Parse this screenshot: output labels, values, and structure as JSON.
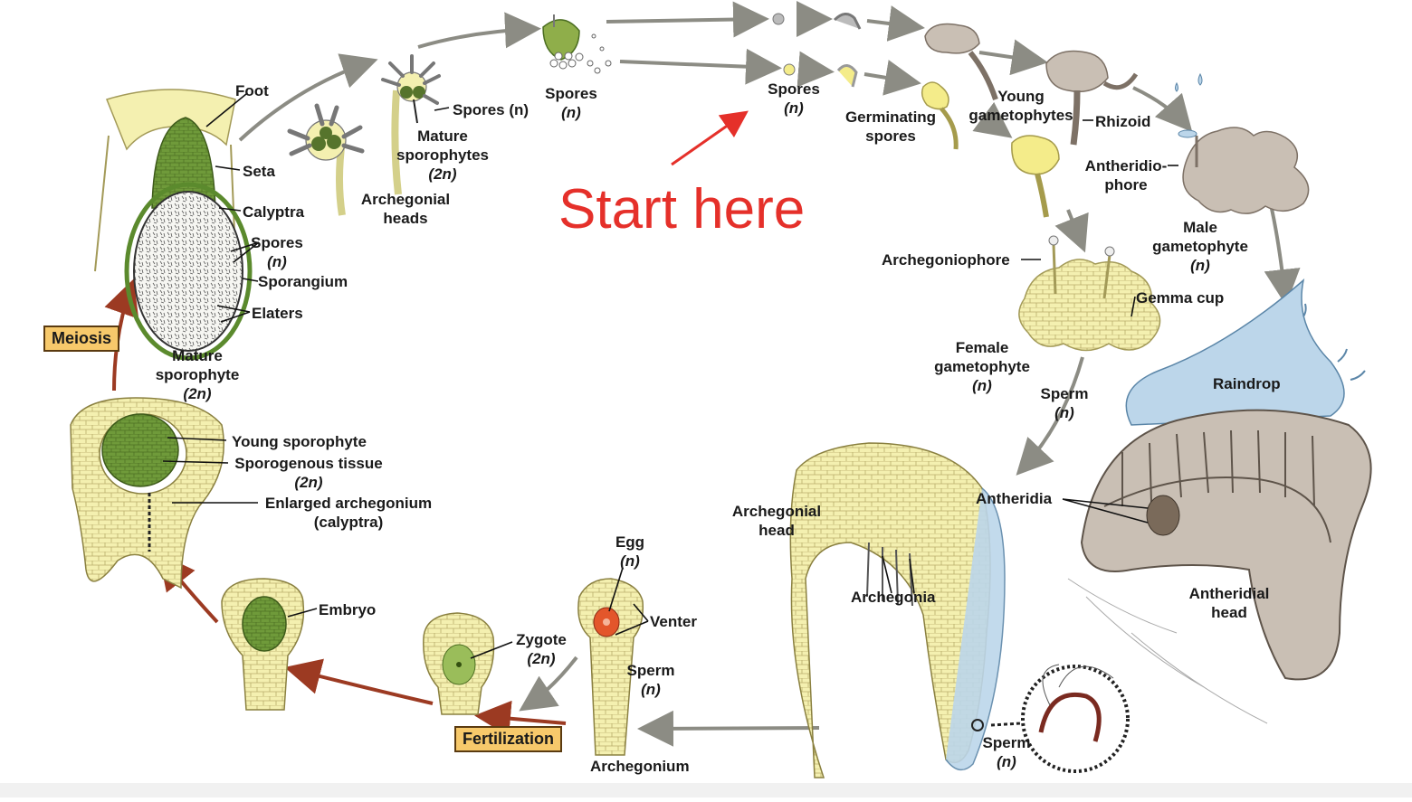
{
  "annotation": {
    "text": "Start here",
    "color": "#e5302a"
  },
  "stages": {
    "meiosis": "Meiosis",
    "fertilization": "Fertilization"
  },
  "labels": {
    "foot": "Foot",
    "seta": "Seta",
    "calyptra": "Calyptra",
    "spores_left_1": "Spores",
    "spores_left_2": "(n)",
    "sporangium": "Sporangium",
    "elaters": "Elaters",
    "mature_sporophyte_1": "Mature",
    "mature_sporophyte_2": "sporophyte",
    "mature_sporophyte_3": "(2n)",
    "archegonial_heads_1": "Archegonial",
    "archegonial_heads_2": "heads",
    "spores_n_small": "Spores (n)",
    "mature_sporophytes_1": "Mature",
    "mature_sporophytes_2": "sporophytes",
    "mature_sporophytes_3": "(2n)",
    "spores_top_1": "Spores",
    "spores_top_2": "(n)",
    "spores_mid_1": "Spores",
    "spores_mid_2": "(n)",
    "germinating_1": "Germinating",
    "germinating_2": "spores",
    "young_gam_1": "Young",
    "young_gam_2": "gametophytes",
    "rhizoid": "Rhizoid",
    "antheridiophore_1": "Antheridio-",
    "antheridiophore_2": "phore",
    "male_gam_1": "Male",
    "male_gam_2": "gametophyte",
    "male_gam_3": "(n)",
    "archegoniophore": "Archegoniophore",
    "gemma_cup": "Gemma cup",
    "female_gam_1": "Female",
    "female_gam_2": "gametophyte",
    "female_gam_3": "(n)",
    "sperm_mid_1": "Sperm",
    "sperm_mid_2": "(n)",
    "raindrop": "Raindrop",
    "antheridia": "Antheridia",
    "antheridial_head_1": "Antheridial",
    "antheridial_head_2": "head",
    "archegonial_head_1": "Archegonial",
    "archegonial_head_2": "head",
    "archegonia": "Archegonia",
    "sperm_bottom_1": "Sperm",
    "sperm_bottom_2": "(n)",
    "egg_1": "Egg",
    "egg_2": "(n)",
    "venter": "Venter",
    "sperm_arch_1": "Sperm",
    "sperm_arch_2": "(n)",
    "archegonium": "Archegonium",
    "zygote_1": "Zygote",
    "zygote_2": "(2n)",
    "embryo": "Embryo",
    "young_sporophyte": "Young sporophyte",
    "sporogenous_1": "Sporogenous tissue",
    "sporogenous_2": "(2n)",
    "enlarged_1": "Enlarged archegonium",
    "enlarged_2": "(calyptra)"
  },
  "colors": {
    "gray_arrow": "#8c8c84",
    "red_arrow": "#9c3a22",
    "green_tissue": "#6f9a3a",
    "yellow_tissue": "#f4f0b0",
    "gray_tissue": "#c9bfb4",
    "raindrop": "#bcd6ea",
    "egg": "#e3562b"
  }
}
